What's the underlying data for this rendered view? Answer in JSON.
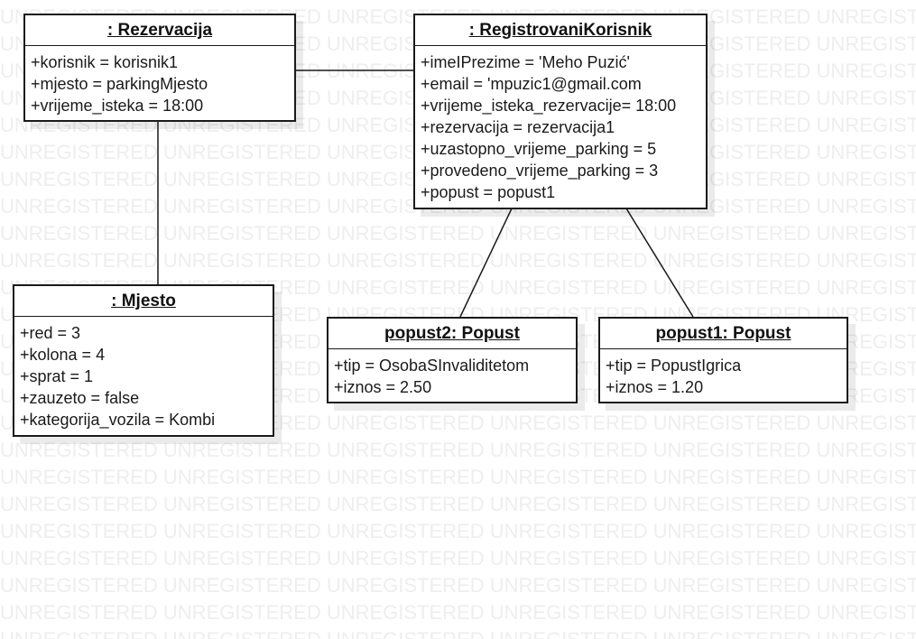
{
  "watermark_text": "UNREGISTERED",
  "objects": {
    "rezervacija": {
      "title": ": Rezervacija",
      "attributes": [
        "+korisnik = korisnik1",
        "+mjesto = parkingMjesto",
        "+vrijeme_isteka = 18:00"
      ]
    },
    "registrovani_korisnik": {
      "title": ": RegistrovaniKorisnik",
      "attributes": [
        "+imeIPrezime = 'Meho Puzić'",
        "+email = 'mpuzic1@gmail.com",
        "+vrijeme_isteka_rezervacije= 18:00",
        "+rezervacija = rezervacija1",
        "+uzastopno_vrijeme_parking = 5",
        "+provedeno_vrijeme_parking = 3",
        "+popust = popust1"
      ]
    },
    "mjesto": {
      "title": ": Mjesto",
      "attributes": [
        "+red = 3",
        "+kolona = 4",
        "+sprat = 1",
        "+zauzeto = false",
        "+kategorija_vozila = Kombi"
      ]
    },
    "popust2": {
      "title": "popust2: Popust",
      "attributes": [
        "+tip = OsobaSInvaliditetom",
        "+iznos = 2.50"
      ]
    },
    "popust1": {
      "title": "popust1: Popust",
      "attributes": [
        "+tip = PopustIgrica",
        "+iznos = 1.20"
      ]
    }
  }
}
